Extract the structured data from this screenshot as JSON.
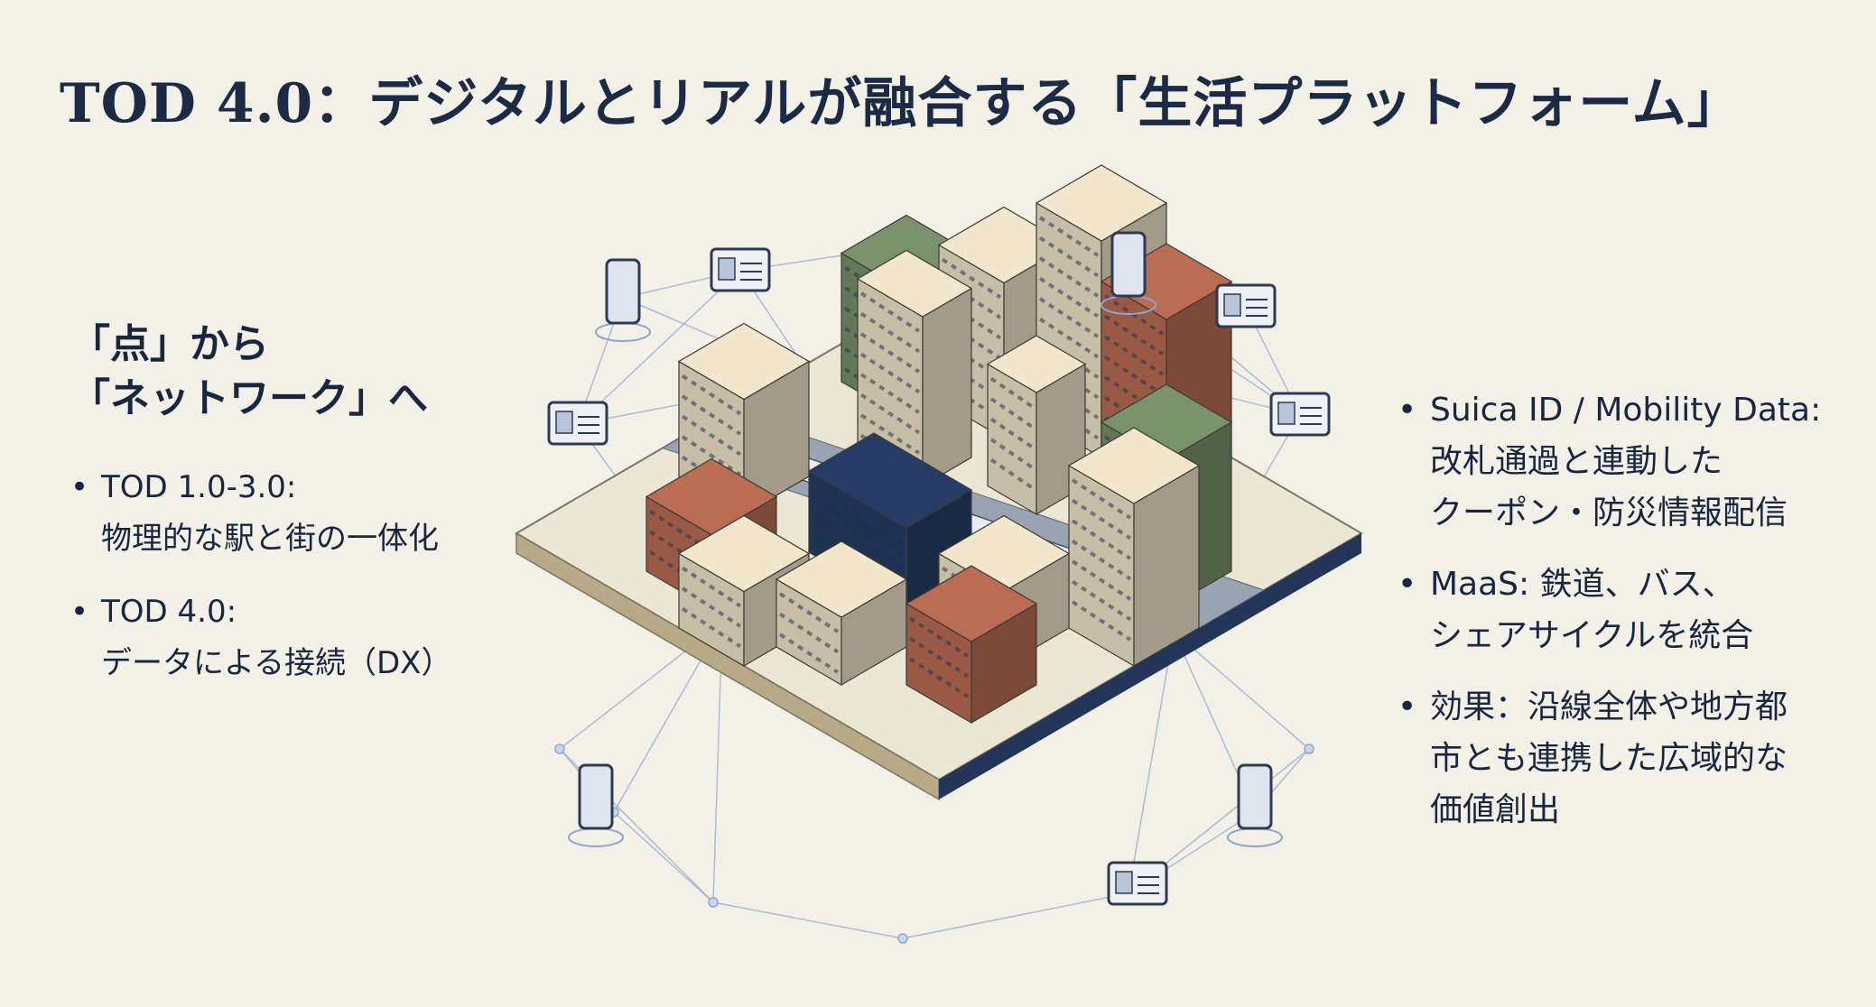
{
  "title": "TOD 4.0：デジタルとリアルが融合する「生活プラットフォーム」",
  "left": {
    "heading": [
      "「点」から",
      "「ネットワーク」へ"
    ],
    "bullets": [
      {
        "label": "TOD 1.0-3.0:",
        "text": "物理的な駅と街の一体化"
      },
      {
        "label": "TOD 4.0:",
        "text": "データによる接続（DX）"
      }
    ]
  },
  "right": {
    "bullets": [
      {
        "lines": [
          "Suica ID / Mobility Data:",
          "改札通過と連動した",
          "クーポン・防災情報配信"
        ]
      },
      {
        "lines": [
          "MaaS:  鉄道、バス、",
          "シェアサイクルを統合"
        ]
      },
      {
        "lines": [
          "効果：沿線全体や地方都",
          "市とも連携した広域的な",
          "価値創出"
        ]
      }
    ]
  },
  "bullet_char": "•",
  "illustration": {
    "icons": [
      "smartphone-icon",
      "id-card-icon"
    ],
    "colors": {
      "navy": "#23365a",
      "beige": "#d8ceb6",
      "green": "#6d8260",
      "brick": "#a6614a",
      "network": "#8ea6cf"
    }
  }
}
